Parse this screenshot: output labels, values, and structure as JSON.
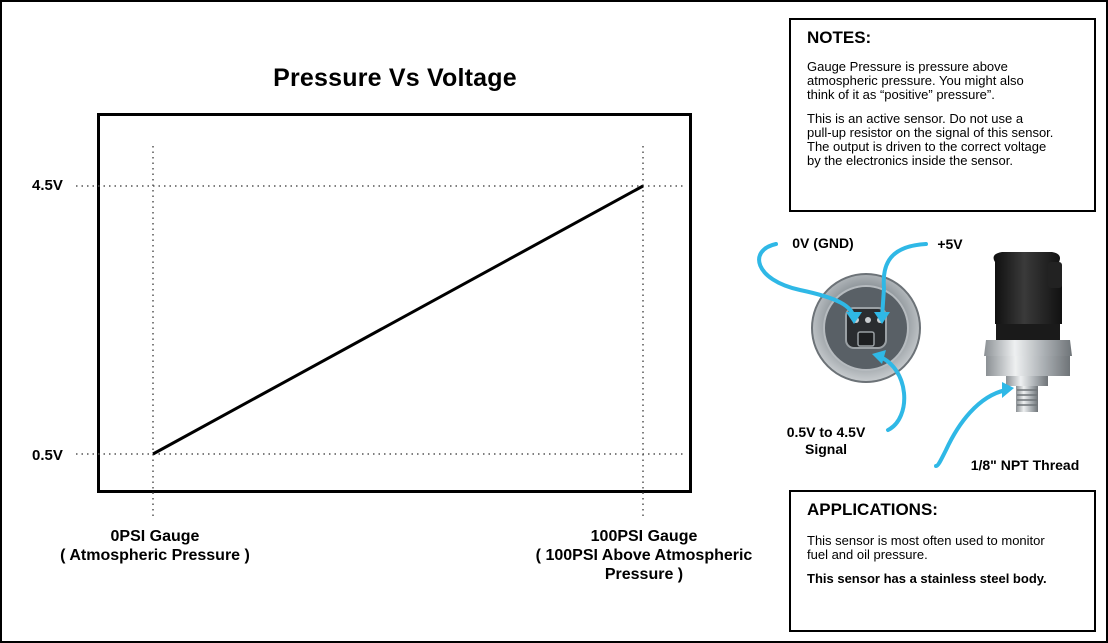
{
  "chart_data": {
    "type": "line",
    "title": "Pressure Vs Voltage",
    "x_categories": [
      [
        "0PSI Gauge",
        "( Atmospheric Pressure )"
      ],
      [
        "100PSI Gauge",
        "( 100PSI Above Atmospheric",
        "Pressure )"
      ]
    ],
    "x_range": [
      0,
      100
    ],
    "y_ticks": [
      "4.5V",
      "0.5V"
    ],
    "y_tick_values": [
      4.5,
      0.5
    ],
    "points": [
      {
        "x": 0,
        "y": 0.5
      },
      {
        "x": 100,
        "y": 4.5
      }
    ],
    "grid": "dotted"
  },
  "notes": {
    "heading": "NOTES:",
    "para1_lines": [
      "Gauge Pressure is pressure above",
      "atmospheric pressure. You might also",
      "think of it as “positive” pressure”."
    ],
    "para2_lines": [
      "This is an active sensor.  Do not use a",
      "pull-up resistor on the signal of this sensor.",
      "The output is driven to the correct voltage",
      "by the electronics inside the sensor."
    ]
  },
  "applications": {
    "heading": "APPLICATIONS:",
    "para1_lines": [
      "This sensor is most often used to monitor",
      "fuel and oil pressure."
    ],
    "para2": "This sensor has a stainless steel body."
  },
  "callouts": {
    "gnd": "0V (GND)",
    "vcc": "+5V",
    "signal_lines": [
      "0.5V to 4.5V",
      "Signal"
    ],
    "thread": "1/8\" NPT Thread"
  },
  "colors": {
    "callout_line": "#2fb8e6",
    "connector_body": "#8d9499",
    "sensor_cap": "#1c1c1c",
    "sensor_metal": "#b9bec2"
  }
}
